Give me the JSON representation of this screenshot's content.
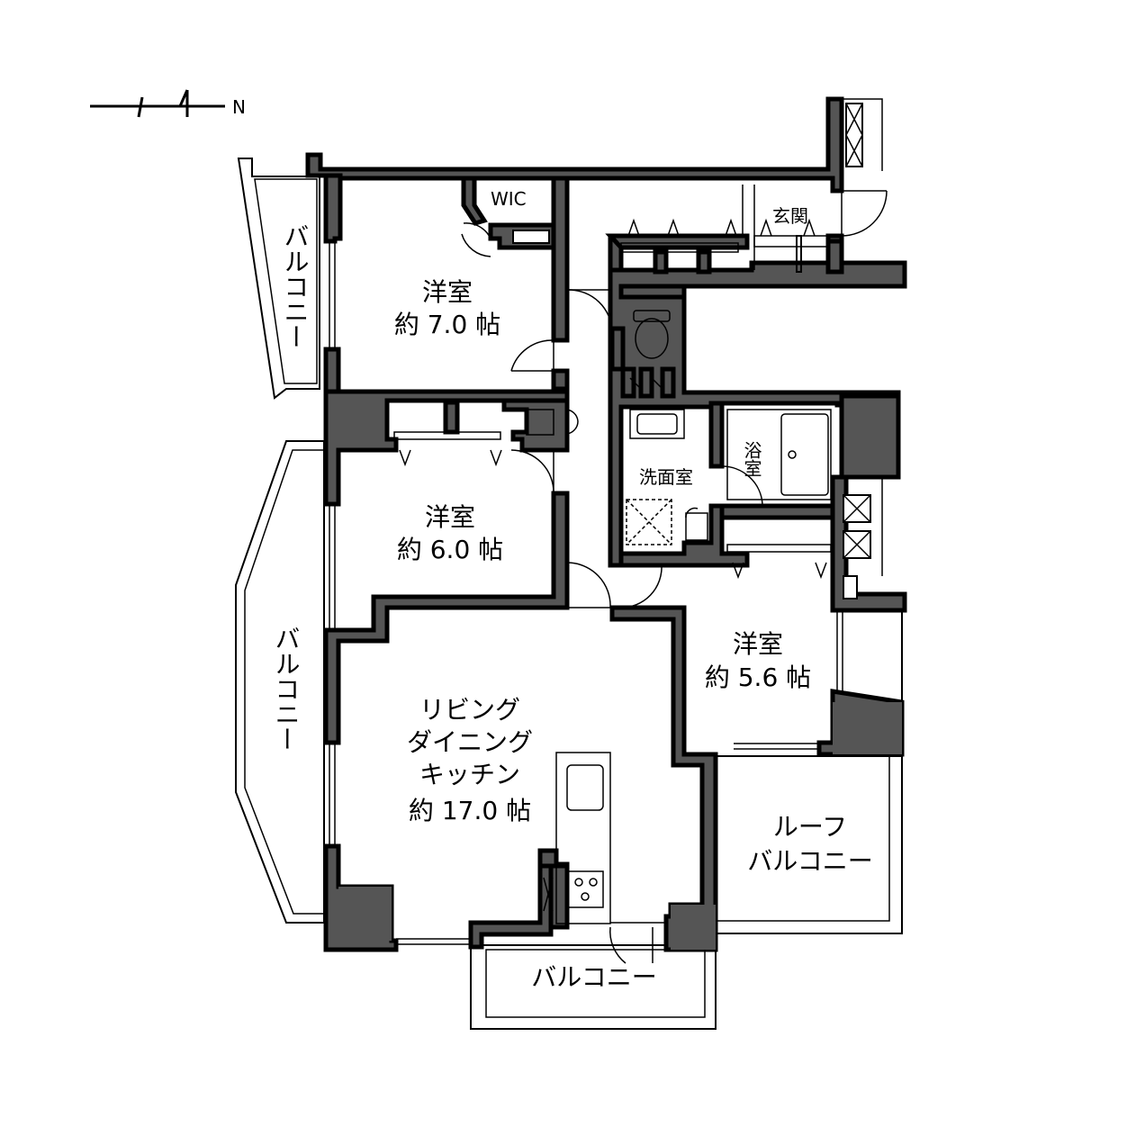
{
  "compass": {
    "north_label": "N"
  },
  "rooms": {
    "western_room_1": {
      "name": "洋室",
      "size": "約 7.0 帖"
    },
    "western_room_2": {
      "name": "洋室",
      "size": "約 6.0 帖"
    },
    "western_room_3": {
      "name": "洋室",
      "size": "約 5.6 帖"
    },
    "ldk": {
      "line1": "リビング",
      "line2": "ダイニング",
      "line3": "キッチン",
      "size": "約 17.0 帖"
    },
    "wic": "WIC",
    "entrance": "玄関",
    "washroom": "洗面室",
    "bath": "浴室"
  },
  "balconies": {
    "west_upper": "バルコニー",
    "west_lower": "バルコニー",
    "south": "バルコニー",
    "roof_line1": "ルーフ",
    "roof_line2": "バルコニー"
  }
}
